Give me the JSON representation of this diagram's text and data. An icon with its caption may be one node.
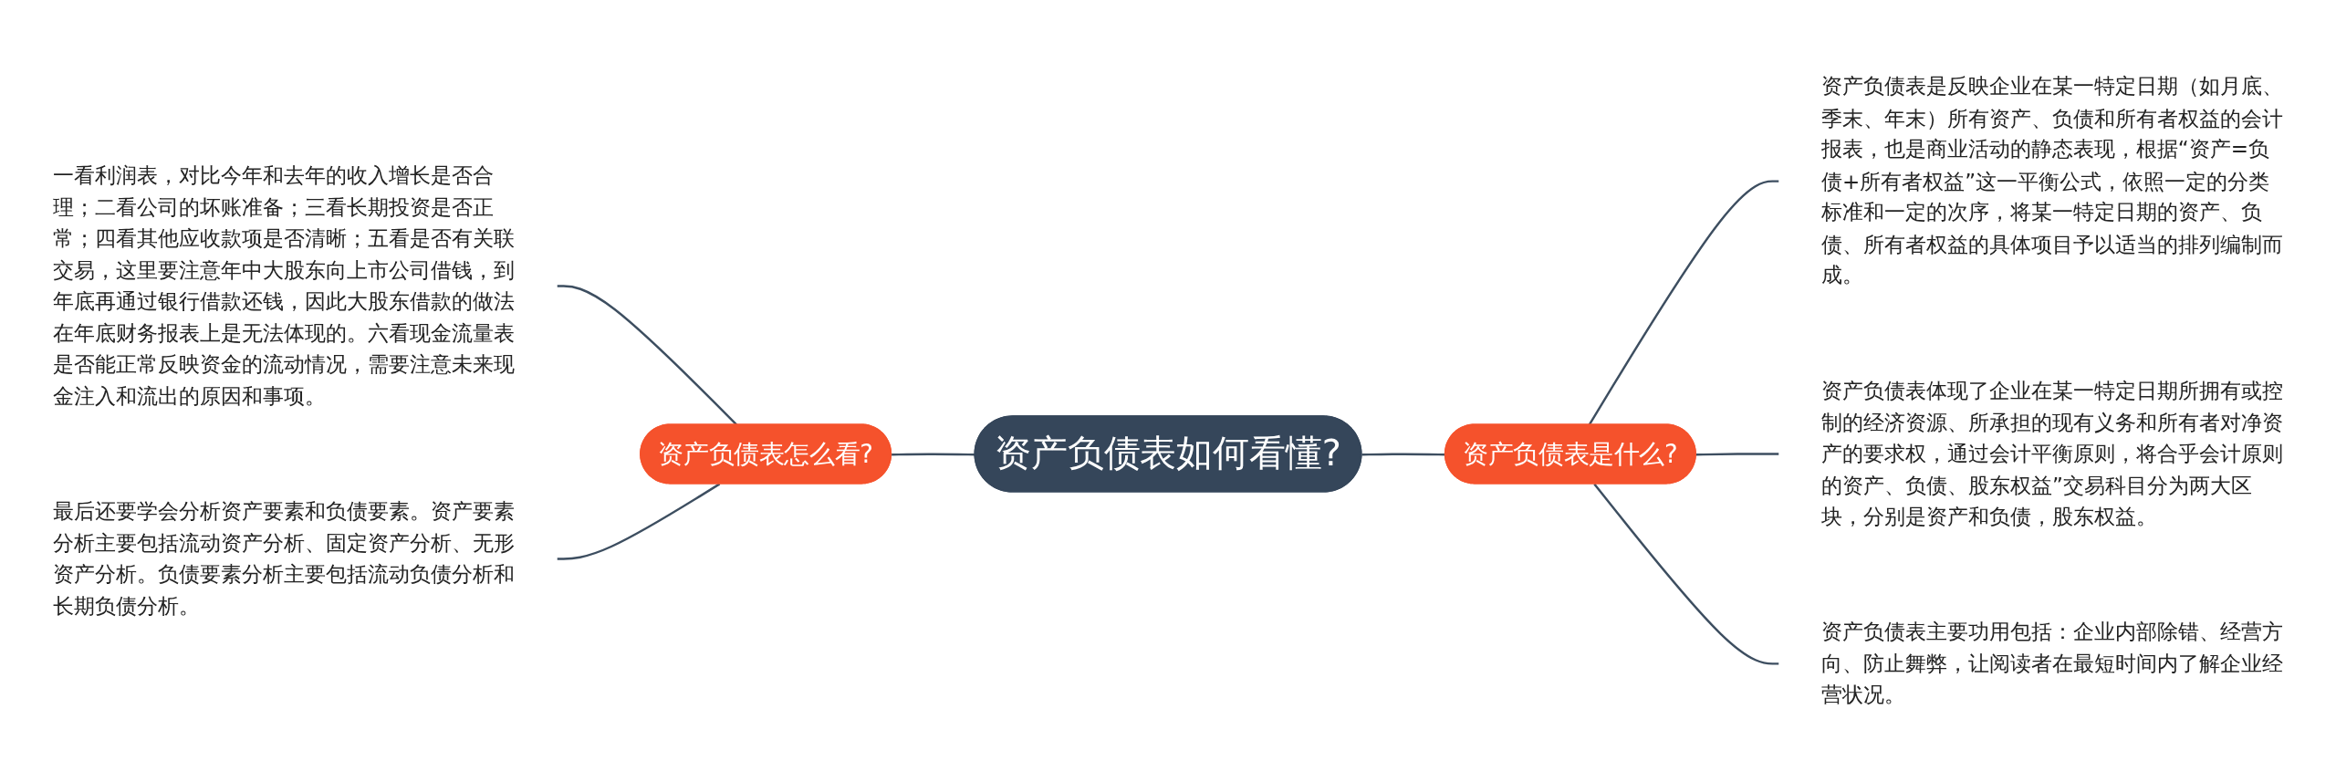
{
  "diagram": {
    "nodes": [
      {
        "text": [
          "资产负债表如何看懂?"
        ]
      },
      {
        "text": [
          "资产负债表怎么看?"
        ]
      },
      {
        "text": [
          "一看利润表，对比今年和去年的收入增长是否合理；二看公司的坏账准备；三看长期投资是否正常；四看其他应收款项是否清晰；五看是否有关联交易，这里要注意年中大股东向上市公司借钱，到年底再通过银行借款还钱，因此大股东借款的做法在年底财务报表上是无法体现的。六看现金流量表是否能正常反映资金的流动情况，需要注意未来现金注入和流出的原因和事项。"
        ]
      },
      {
        "text": [
          "最后还要学会分析资产要素和负债要素。资产要素分析主要包括流动资产分析、固定资产分析、无形资产分析。负债要素分析主要包括流动负债分析和长期负债分析。"
        ]
      },
      {
        "text": [
          "资产负债表是什么?"
        ]
      },
      {
        "text": [
          "资产负债表是反映企业在某一特定日期（如月底、季末、年末）所有资产、负债和所有者权益的会计报表，也是商业活动的静态表现，根据“资产=负债+所有者权益”这一平衡公式，依照一定的分类标准和一定的次序，将某一特定日期的资产、负债、所有者权益的具体项目予以适当的排列编制而成。"
        ]
      },
      {
        "text": [
          "资产负债表体现了企业在某一特定日期所拥有或控制的经济资源、所承担的现有义务和所有者对净资产的要求权，通过会计平衡原则，将合乎会计原则的资产、负债、股东权益”交易科目分为两大区块，分别是资产和负债，股东权益。"
        ]
      },
      {
        "text": [
          "资产负债表主要功用包括：企业内部除错、经营方向、防止舞弊，让阅读者在最短时间内了解企业经营状况。"
        ]
      }
    ],
    "edges": [
      {
        "from": 0,
        "to": 1,
        "arrow": "none"
      },
      {
        "from": 1,
        "to": 2,
        "arrow": "none"
      },
      {
        "from": 1,
        "to": 3,
        "arrow": "none"
      },
      {
        "from": 0,
        "to": 4,
        "arrow": "none"
      },
      {
        "from": 4,
        "to": 5,
        "arrow": "none"
      },
      {
        "from": 4,
        "to": 6,
        "arrow": "none"
      },
      {
        "from": 4,
        "to": 7,
        "arrow": "none"
      }
    ]
  }
}
